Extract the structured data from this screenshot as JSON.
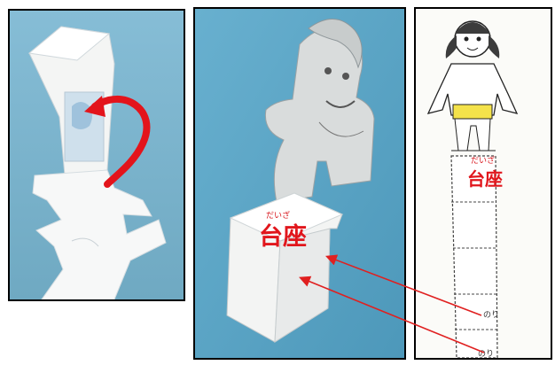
{
  "photo_left": {
    "accent_color": "#e3141b",
    "arrow_icon": "curved-arrow"
  },
  "photo_middle": {
    "label": {
      "ruby": "だいざ",
      "text": "台座"
    }
  },
  "drawing_right": {
    "label": {
      "ruby": "だいざ",
      "text": "台座"
    },
    "glue_tabs": [
      "のり",
      "のり"
    ]
  },
  "colors": {
    "label_red": "#e1161c",
    "arrow_red": "#e02020"
  }
}
